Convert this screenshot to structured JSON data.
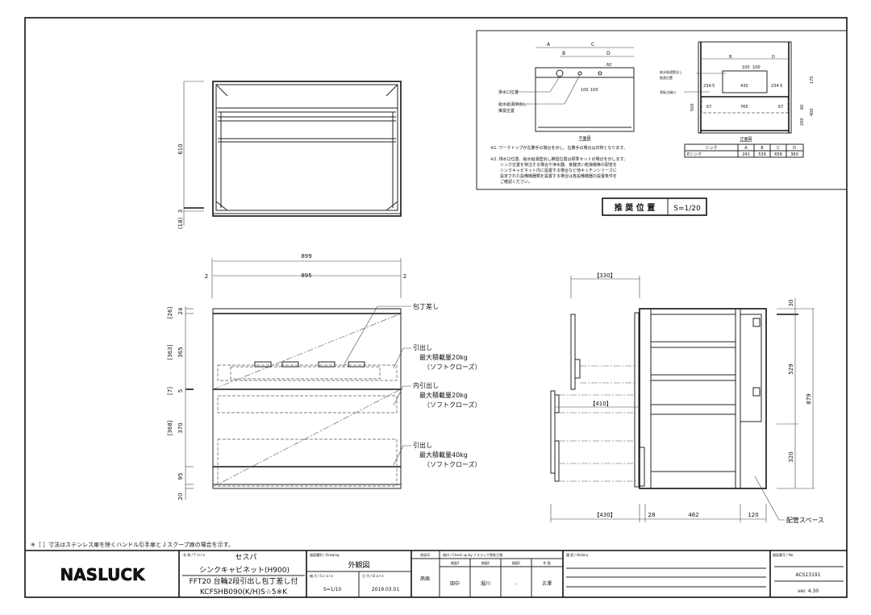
{
  "note": "※［ ］寸法はステンレス扉を除くハンドル引手扉とＪスクープ扉の場合を示す。",
  "top_view": {
    "dims": [
      "610",
      "3",
      "(18)"
    ]
  },
  "front_view": {
    "width_dims": [
      "899",
      "2",
      "895",
      "2"
    ],
    "left_dims": [
      "[26]",
      "24",
      "[363]",
      "365",
      "[7]",
      "5",
      "[368]",
      "370",
      "95",
      "20"
    ],
    "callouts": [
      {
        "title": "包丁差し"
      },
      {
        "title": "引出し",
        "load": "最大積載量20kg",
        "close": "（ソフトクローズ）"
      },
      {
        "title": "内引出し",
        "load": "最大積載量20kg",
        "close": "（ソフトクローズ）"
      },
      {
        "title": "引出し",
        "load": "最大積載量40kg",
        "close": "（ソフトクローズ）"
      }
    ]
  },
  "side_view": {
    "dims": [
      "【330】",
      "【410】",
      "【430】",
      "28",
      "462",
      "120",
      "30",
      "529",
      "320",
      "879"
    ],
    "piping_label": "配管スペース"
  },
  "recommended": {
    "plan": {
      "letters": [
        "A",
        "C",
        "B",
        "D"
      ],
      "dims": [
        "60",
        "100",
        "100"
      ],
      "drain_label": "排水口位置",
      "water_label_1": "給水給湯床出し",
      "water_label_2": "推奨位置",
      "view_title": "平面図"
    },
    "elevation": {
      "letters": [
        "B",
        "D"
      ],
      "dims": [
        "100",
        "100",
        "234.5",
        "430",
        "234.5",
        "170",
        "500",
        "67",
        "765",
        "67",
        "60",
        "400",
        "200"
      ],
      "water_label_1": "給水給湯壁出し",
      "water_label_2": "推奨位置",
      "back_label": "背板点検口",
      "view_title": "正面図"
    },
    "notes": [
      "※1. ワークトップが左勝手の場合を示し、右勝手の場合は対称となります。",
      "※2. 排水口位置、給水給湯壁出し推奨位置は標準セットの場合を示します。",
      "シンク位置を特注する場合や浄水器、食器洗い乾燥機等の配管を",
      "シンクキャビネット内に設置する場合など他キッチンシリーズに",
      "設定された設備機器類を設置する場合は各設備機器の設置条件を",
      "ご確認ください。"
    ],
    "table": {
      "headers": [
        "シンク",
        "A",
        "B",
        "C",
        "D"
      ],
      "rows": [
        [
          "Eシンク",
          "241",
          "539",
          "658",
          "360"
        ]
      ]
    },
    "caption": "推 奨 位 置",
    "scale": "S=1/20"
  },
  "title_block": {
    "logo": "NASLUCK",
    "title_label": "名 称 / T i t l e",
    "title_line1": "セスパ",
    "title_line2": "シンクキャビネット(H900)",
    "title_line3": "FFT20  台輪2段引出し包丁差し付",
    "title_line4": "KCFSHB090(K/H)S☆5※K",
    "drawing_label": "図面種別 / Drawing",
    "drawing_value": "外観図",
    "scale_label": "縮 尺 / S c a l e",
    "scale_value": "S=1/10",
    "date_label": "日 付 / D a t e",
    "date_value": "2019.03.01",
    "approver_label": "承認印",
    "approver": "髙嶋",
    "check_label": "検印 / Check up by  ナスラック第各工場",
    "check_cols": [
      "検図3",
      "検図2",
      "検図1",
      "作 図"
    ],
    "check_names": [
      "田中",
      "堀川",
      "-",
      "古澤"
    ],
    "history_label": "履 歴 / History",
    "no_label": "図面番号 / No.",
    "no_value": "ACS13191",
    "version": "ver. 4.30"
  }
}
